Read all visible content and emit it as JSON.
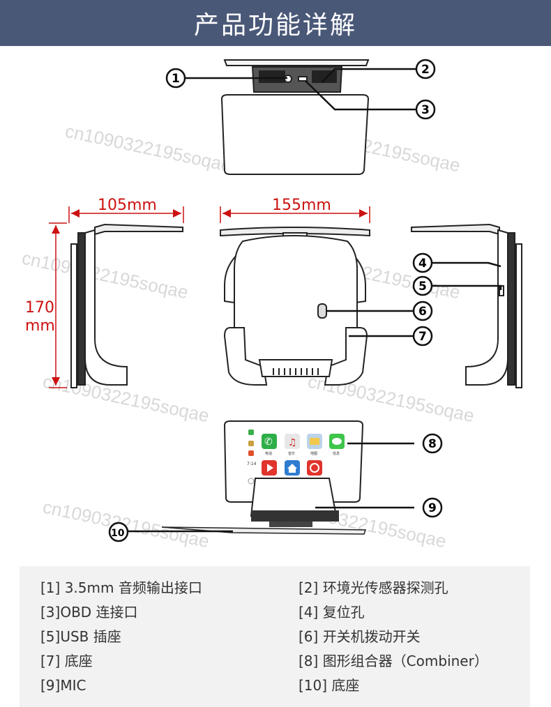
{
  "header": {
    "title": "产品功能详解"
  },
  "dimensions": {
    "width_side": "105mm",
    "width_front": "155mm",
    "height_line1": "170",
    "height_line2": "mm"
  },
  "callouts": [
    "1",
    "2",
    "3",
    "4",
    "5",
    "6",
    "7",
    "8",
    "9",
    "10"
  ],
  "screen_labels": {
    "phone": "电话",
    "music": "音乐",
    "map": "地图",
    "msg": "信息",
    "time": "7:14"
  },
  "watermark": "cn1090322195soqae",
  "legend": [
    "[1] 3.5mm 音频输出接口",
    "[2] 环境光传感器探测孔",
    "[3]OBD 连接口",
    "[4] 复位孔",
    "[5]USB 插座",
    "[6] 开关机拨动开关",
    "[7] 底座",
    "[8] 图形组合器（Combiner）",
    "[9]MIC",
    "[10] 底座"
  ],
  "colors": {
    "banner": "#4a5878",
    "dimension": "#cc1111",
    "legend_bg": "#f2f2f2"
  }
}
